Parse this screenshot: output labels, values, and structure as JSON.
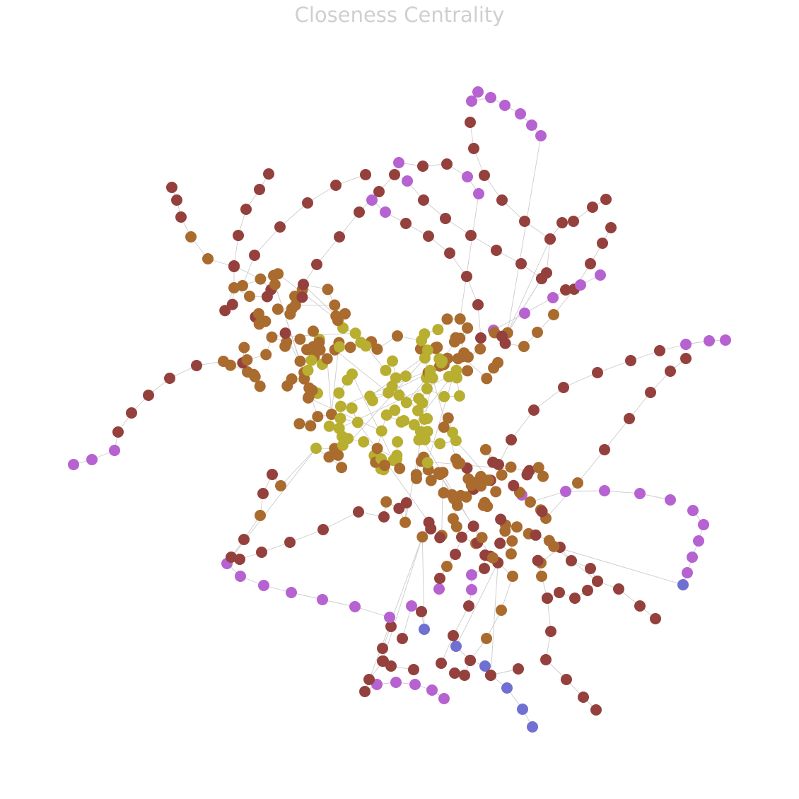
{
  "title": "Closeness Centrality",
  "colors": {
    "edge": "#cccccc",
    "title": "#cfcfcf",
    "high": "#b8ae30",
    "mid": "#a96b2e",
    "low": "#94403c",
    "periphery": "#b662d0",
    "periphery_blue": "#7070d2"
  },
  "chart_data": {
    "type": "network",
    "title": "Closeness Centrality",
    "node_count": 420
  }
}
